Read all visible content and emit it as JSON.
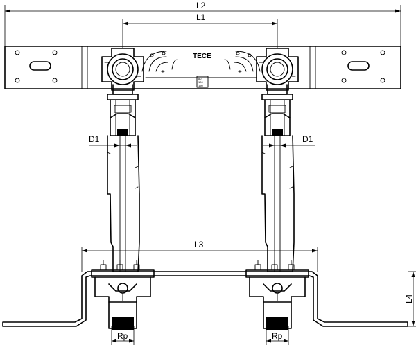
{
  "labels": {
    "l2": "L2",
    "l1": "L1",
    "l3": "L3",
    "l4": "L4",
    "d1_left": "D1",
    "d1_right": "D1",
    "rp_left": "Rp",
    "rp_right": "Rp",
    "brand": "TECE",
    "scale_marks": [
      "80",
      "100",
      "150"
    ]
  }
}
